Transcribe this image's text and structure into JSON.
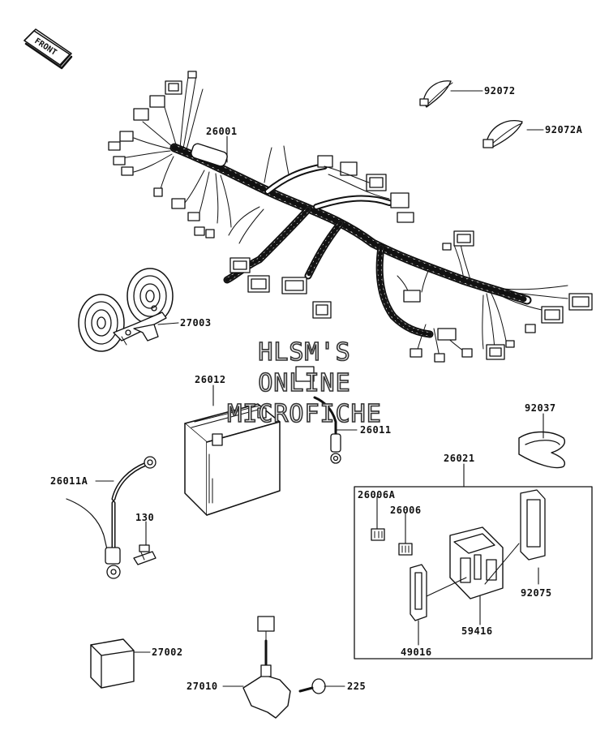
{
  "front_label": "FRONT",
  "watermark": {
    "line1": "HLSM'S",
    "line2": "ONLINE",
    "line3": "MICROFICHE"
  },
  "parts": {
    "p26001": "26001",
    "p92072": "92072",
    "p92072A": "92072A",
    "p27003": "27003",
    "p26012": "26012",
    "p26011": "26011",
    "p92037": "92037",
    "p26011A": "26011A",
    "p130": "130",
    "p26021": "26021",
    "p26006A": "26006A",
    "p26006": "26006",
    "p92075": "92075",
    "p59416": "59416",
    "p49016": "49016",
    "p27002": "27002",
    "p27010": "27010",
    "p225": "225"
  }
}
